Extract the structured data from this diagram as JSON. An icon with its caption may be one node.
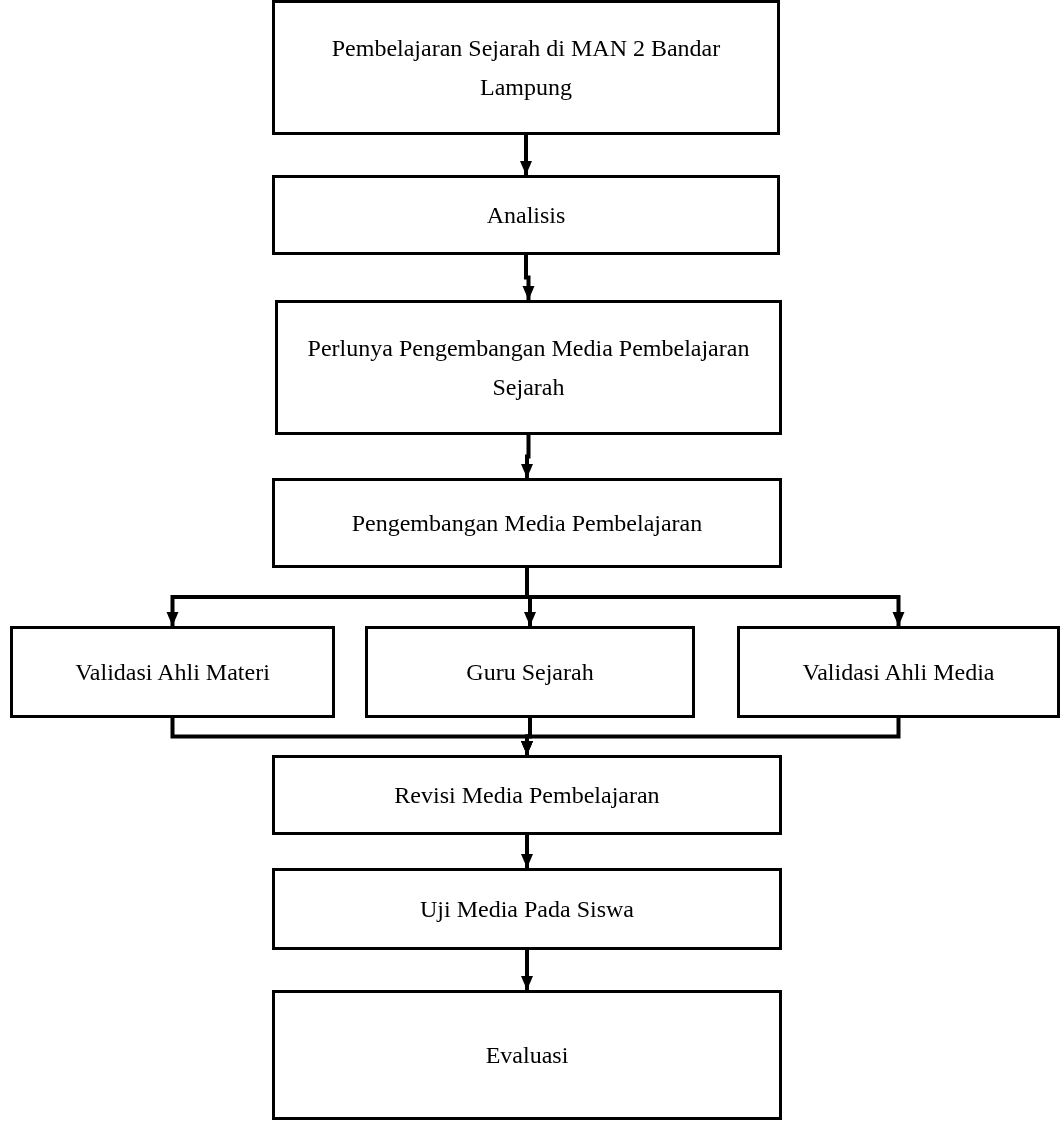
{
  "diagram": {
    "nodes": [
      {
        "text": [
          "Pembelajaran Sejarah di MAN 2 Bandar Lampung"
        ]
      },
      {
        "text": [
          "Analisis"
        ]
      },
      {
        "text": [
          "Perlunya Pengembangan Media Pembelajaran Sejarah"
        ]
      },
      {
        "text": [
          "Pengembangan Media Pembelajaran"
        ]
      },
      {
        "text": [
          "Validasi Ahli Materi"
        ]
      },
      {
        "text": [
          "Guru Sejarah"
        ]
      },
      {
        "text": [
          "Validasi Ahli Media"
        ]
      },
      {
        "text": [
          "Revisi Media Pembelajaran"
        ]
      },
      {
        "text": [
          "Uji Media Pada Siswa"
        ]
      },
      {
        "text": [
          "Evaluasi"
        ]
      }
    ],
    "edges": [
      {
        "from": 0,
        "to": 1,
        "arrow": "to"
      },
      {
        "from": 1,
        "to": 2,
        "arrow": "to"
      },
      {
        "from": 2,
        "to": 3,
        "arrow": "to"
      },
      {
        "from": 3,
        "to": 4,
        "arrow": "to"
      },
      {
        "from": 3,
        "to": 5,
        "arrow": "to"
      },
      {
        "from": 3,
        "to": 6,
        "arrow": "to"
      },
      {
        "from": 4,
        "to": 7,
        "arrow": "to"
      },
      {
        "from": 5,
        "to": 7,
        "arrow": "to"
      },
      {
        "from": 6,
        "to": 7,
        "arrow": "to"
      },
      {
        "from": 7,
        "to": 8,
        "arrow": "to"
      },
      {
        "from": 8,
        "to": 9,
        "arrow": "to"
      }
    ]
  }
}
